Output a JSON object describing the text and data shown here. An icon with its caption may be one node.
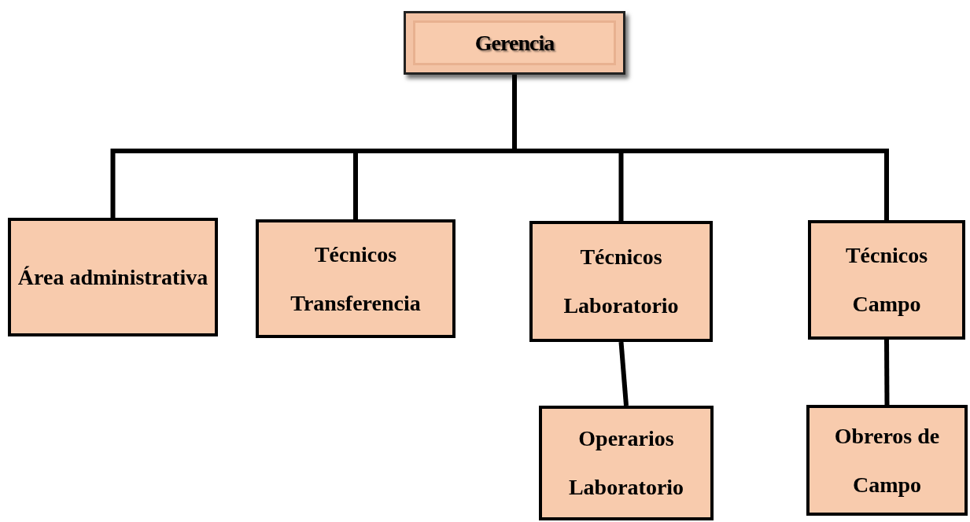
{
  "diagram": {
    "nodes": [
      {
        "text": [
          "Gerencia"
        ]
      },
      {
        "text": [
          "Área administrativa"
        ]
      },
      {
        "text": [
          "Técnicos Transferencia"
        ]
      },
      {
        "text": [
          "Técnicos Laboratorio"
        ]
      },
      {
        "text": [
          "Técnicos Campo"
        ]
      },
      {
        "text": [
          "Operarios Laboratorio"
        ]
      },
      {
        "text": [
          "Obreros de Campo"
        ]
      }
    ],
    "edges": [
      {
        "from": 0,
        "to": 1,
        "arrow": "none"
      },
      {
        "from": 0,
        "to": 2,
        "arrow": "none"
      },
      {
        "from": 0,
        "to": 3,
        "arrow": "none"
      },
      {
        "from": 0,
        "to": 4,
        "arrow": "none"
      },
      {
        "from": 3,
        "to": 5,
        "arrow": "none"
      },
      {
        "from": 4,
        "to": 6,
        "arrow": "none"
      }
    ]
  }
}
